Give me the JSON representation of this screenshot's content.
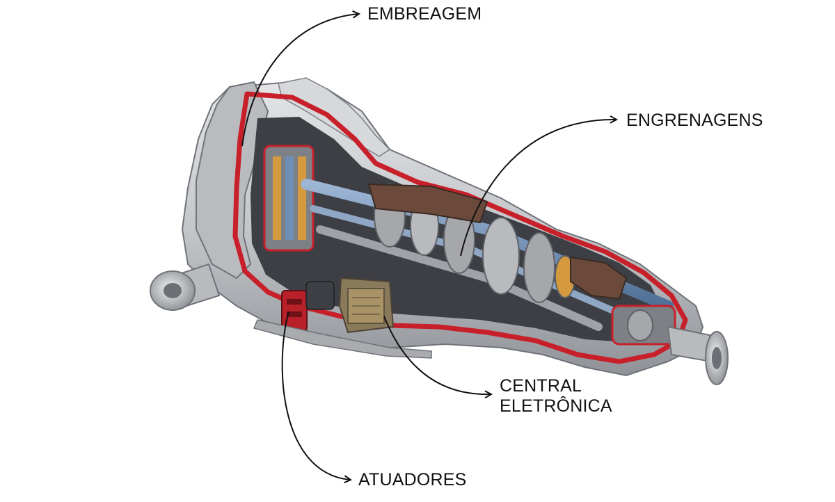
{
  "labels": {
    "clutch": "EMBREAGEM",
    "gears": "ENGRENAGENS",
    "electronics_line1": "CENTRAL",
    "electronics_line2": "ELETRÔNICA",
    "actuators": "ATUADORES"
  },
  "colors": {
    "housing": "#c9cbcf",
    "housing_dark": "#8e9196",
    "cut_face": "#c8202a",
    "shaft_blue": "#6d8fb6",
    "gear_gray": "#a5a7ab",
    "brown_part": "#6b4a3c",
    "leader_line": "#111111"
  }
}
